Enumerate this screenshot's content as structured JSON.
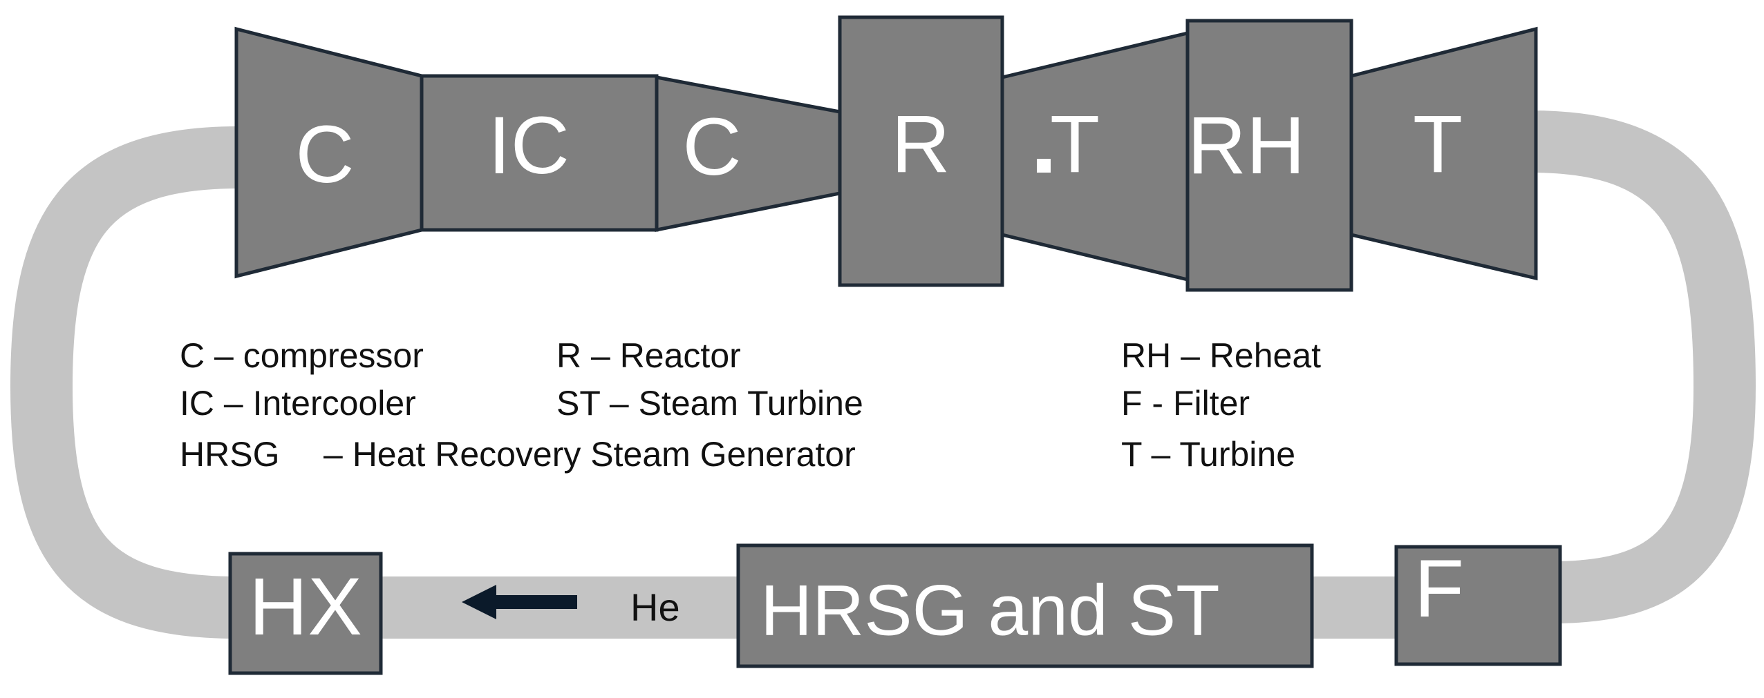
{
  "colors": {
    "component_fill": "#7f7f7f",
    "component_stroke": "#1f2a36",
    "pipe": "#c4c4c4",
    "arrow": "#0b1a2a",
    "label_text": "#ffffff",
    "legend_text": "#111111"
  },
  "components": {
    "compressor_1": "C",
    "intercooler": "IC",
    "compressor_2": "C",
    "reactor": "R",
    "steam_turbine_partial": "T",
    "reheat": "RH",
    "turbine": "T",
    "heat_exchanger": "HX",
    "hrsg_st": "HRSG and ST",
    "filter": "F"
  },
  "flow": {
    "fluid_label": "He",
    "direction_icon": "arrow-left-icon"
  },
  "legend": {
    "col1": [
      "C – compressor",
      "IC – Intercooler",
      "HRSG",
      "– Heat Recovery Steam Generator"
    ],
    "col2": [
      "R – Reactor",
      "ST – Steam Turbine"
    ],
    "col3": [
      "RH – Reheat",
      "F - Filter",
      "T – Turbine"
    ]
  }
}
